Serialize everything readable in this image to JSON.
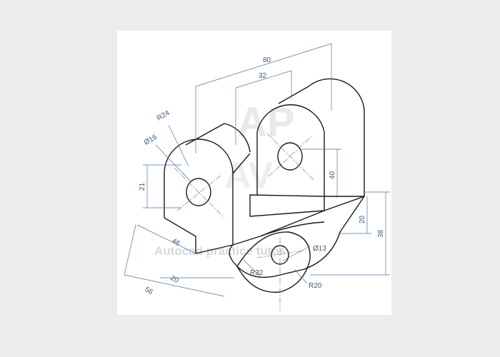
{
  "drawing": {
    "watermark_monogram": "AP",
    "watermark_monogram_2": "AV",
    "watermark_text": "Autocad practice tutos",
    "dimensions": {
      "overall_width": "80",
      "gap_width": "32",
      "top_radius": "R24",
      "hole_diameter": "Ø16",
      "hole_height": "21",
      "slot_height": "40",
      "base_height": "20",
      "total_height": "38",
      "bottom_hole": "Ø13",
      "outer_radius": "R20",
      "inner_radius": "R32",
      "depth_a": "46",
      "depth_b": "20",
      "depth_c": "56"
    }
  }
}
